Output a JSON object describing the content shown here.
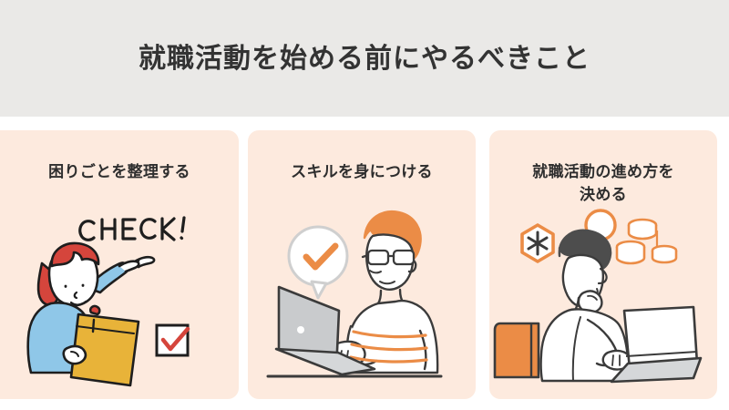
{
  "slide": {
    "background_color": "#ffffff",
    "header_band_color": "#eae9e7",
    "card_color": "#fdeade",
    "accent_color": "#eb8c46",
    "text_color": "#333333"
  },
  "header": {
    "title": "就職活動を始める前にやるべきこと"
  },
  "cards": [
    {
      "title": "困りごとを整理する",
      "illustration": "woman-pointing-with-clipboard",
      "labels": {
        "check_text": "CHECK!"
      },
      "icons": [
        "checkbox-checked-icon",
        "clipboard-icon",
        "pointing-hand-icon"
      ]
    },
    {
      "title": "スキルを身につける",
      "illustration": "man-typing-on-laptop",
      "icons": [
        "speech-bubble-check-icon",
        "laptop-icon",
        "glasses-icon"
      ]
    },
    {
      "title_line1": "就職活動の進め方を",
      "title_line2": "決める",
      "illustration": "man-thinking-at-laptop",
      "icons": [
        "magnifier-icon",
        "hexagon-asterisk-icon",
        "coins-icon",
        "laptop-icon",
        "office-chair-icon"
      ]
    }
  ]
}
